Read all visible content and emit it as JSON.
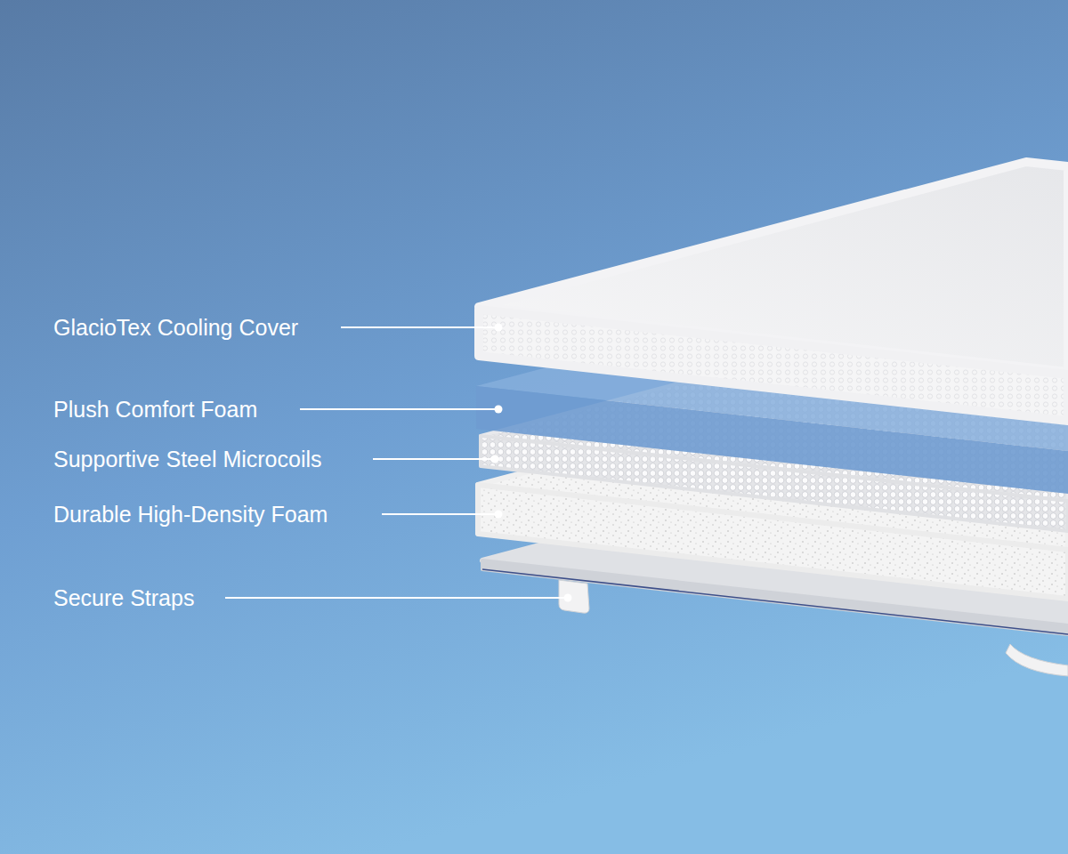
{
  "diagram": {
    "labels": [
      "GlacioTex Cooling Cover",
      "Plush Comfort Foam",
      "Supportive Steel Microcoils",
      "Durable High-Density Foam",
      "Secure Straps"
    ]
  }
}
